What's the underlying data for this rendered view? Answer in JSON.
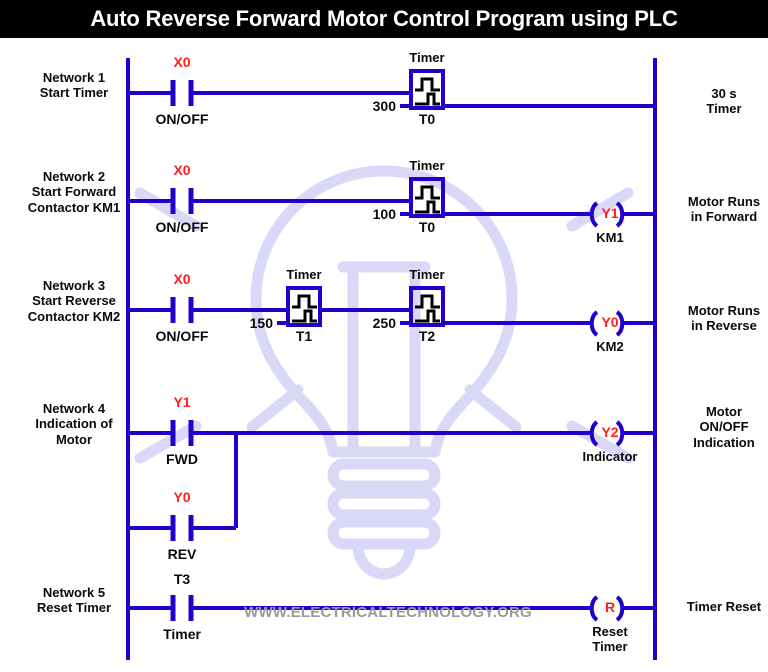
{
  "title": "Auto Reverse Forward Motor Control Program using PLC",
  "watermark": {
    "url_text": "WWW.ELECTRICALTECHNOLOGY.ORG",
    "bulb_icon": "lightbulb-icon",
    "bulb_color": "#d9d9f7",
    "url_color": "#9a9a9a"
  },
  "colors": {
    "rail": "#2200cc",
    "wire": "#2200cc",
    "tag": "#ff1d1d",
    "text": "#0a0a0a",
    "title_bg": "#000000",
    "title_fg": "#ffffff",
    "block_border": "#2200cc",
    "block_glyph": "#000000"
  },
  "networks": [
    {
      "id": "network-1",
      "label": "Network 1\nStart Timer",
      "contacts": [
        {
          "tag": "X0",
          "tag_color": "red",
          "sub": "ON/OFF",
          "type": "no-contact"
        }
      ],
      "blocks": [
        {
          "top": "Timer",
          "bottom": "T0",
          "preset": "300",
          "type": "timer-block"
        }
      ],
      "coil": null,
      "note": "30 s\nTimer"
    },
    {
      "id": "network-2",
      "label": "Network 2\nStart Forward\nContactor KM1",
      "contacts": [
        {
          "tag": "X0",
          "tag_color": "red",
          "sub": "ON/OFF",
          "type": "no-contact"
        }
      ],
      "blocks": [
        {
          "top": "Timer",
          "bottom": "T0",
          "preset": "100",
          "type": "timer-block"
        }
      ],
      "coil": {
        "tag": "Y1",
        "sub": "KM1",
        "type": "output-coil"
      },
      "note": "Motor Runs\nin Forward"
    },
    {
      "id": "network-3",
      "label": "Network 3\nStart Reverse\nContactor KM2",
      "contacts": [
        {
          "tag": "X0",
          "tag_color": "red",
          "sub": "ON/OFF",
          "type": "no-contact"
        }
      ],
      "blocks": [
        {
          "top": "Timer",
          "bottom": "T1",
          "preset": "150",
          "type": "timer-block"
        },
        {
          "top": "Timer",
          "bottom": "T2",
          "preset": "250",
          "type": "timer-block"
        }
      ],
      "coil": {
        "tag": "Y0",
        "sub": "KM2",
        "type": "output-coil"
      },
      "note": "Motor Runs\nin Reverse"
    },
    {
      "id": "network-4",
      "label": "Network 4\nIndication of\nMotor",
      "contacts": [
        {
          "tag": "Y1",
          "tag_color": "red",
          "sub": "FWD",
          "type": "no-contact"
        },
        {
          "tag": "Y0",
          "tag_color": "red",
          "sub": "REV",
          "type": "no-contact"
        }
      ],
      "blocks": [],
      "coil": {
        "tag": "Y2",
        "sub": "Indicator",
        "type": "output-coil"
      },
      "note": "Motor\nON/OFF\nIndication"
    },
    {
      "id": "network-5",
      "label": "Network 5\nReset Timer",
      "contacts": [
        {
          "tag": "T3",
          "tag_color": "black",
          "sub": "Timer",
          "type": "no-contact"
        }
      ],
      "blocks": [],
      "coil": {
        "tag": "R",
        "sub": "Reset\nTimer",
        "type": "reset-coil"
      },
      "note": "Timer Reset"
    }
  ]
}
